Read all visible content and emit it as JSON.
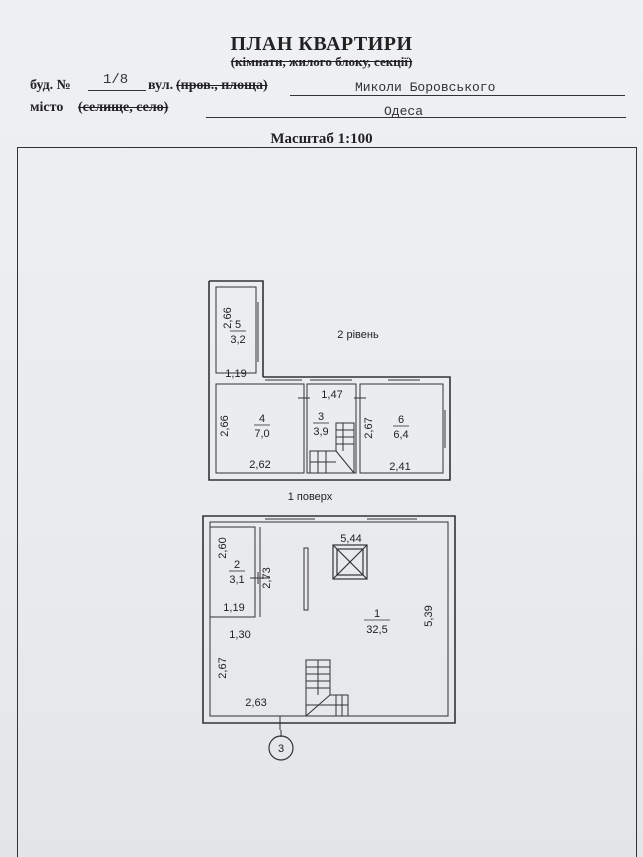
{
  "header": {
    "title": "ПЛАН КВАРТИРИ",
    "subtitle": "(кімнати, жилого блоку, секції)",
    "bud_label": "буд. №",
    "bud_value": "1/8",
    "vul_label": "вул.",
    "vul_struck": "(пров., площа)",
    "street_value": "Миколи Боровського",
    "misto_label": "місто",
    "misto_struck": "(селище, село)",
    "city_value": "Одеса",
    "scale": "Масштаб 1:100"
  },
  "level2": {
    "label": "2 рівень",
    "rooms": [
      {
        "num": "5",
        "area": "3,2",
        "dim_v": "2,66",
        "dim_h": "1,19"
      },
      {
        "num": "4",
        "area": "7,0",
        "dim_v": "2,66",
        "dim_h": "2,62"
      },
      {
        "num": "3",
        "area": "3,9",
        "dim_h": "1,47"
      },
      {
        "num": "6",
        "area": "6,4",
        "dim_v": "2,67",
        "dim_h": "2,41"
      }
    ]
  },
  "level1": {
    "label": "1 поверх",
    "rooms": [
      {
        "num": "2",
        "area": "3,1",
        "dim_v": "2,60",
        "dim_v2": "2,73",
        "dim_h": "1,19"
      },
      {
        "num": "1",
        "area": "32,5",
        "dim_top": "5,44",
        "dim_right": "5,39",
        "dim_h1": "1,30",
        "dim_v3": "2,67",
        "dim_bottom": "2,63"
      }
    ],
    "entrance_marker": "3"
  }
}
